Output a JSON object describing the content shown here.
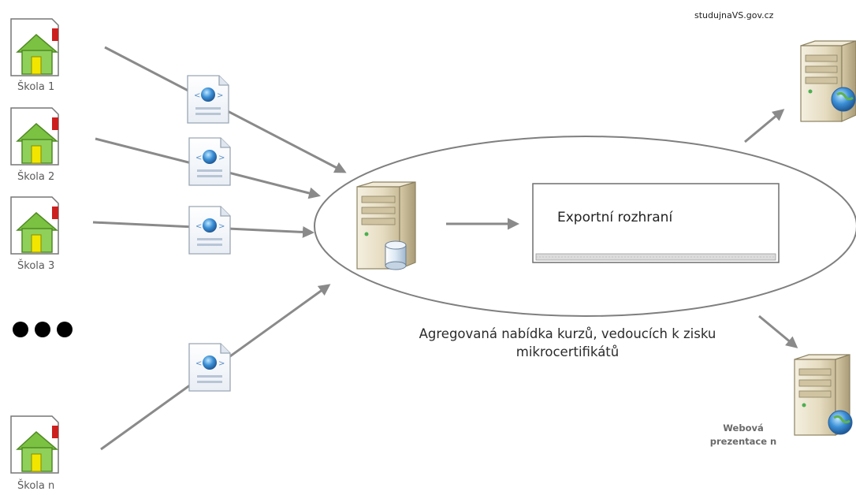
{
  "schools": [
    {
      "label": "Škola 1"
    },
    {
      "label": "Škola 2"
    },
    {
      "label": "Škola 3"
    },
    {
      "label": "Škola n"
    }
  ],
  "ellipsis_glyph": "●●●",
  "aggregator": {
    "interface_label": "Exportní rozhraní",
    "caption_line1": "Agregovaná nabídka kurzů, vedoucích k zisku",
    "caption_line2": "mikrocertifikátů"
  },
  "outputs": {
    "top_site_label": "studujnaVS.gov.cz",
    "bottom_label_line1": "Webová",
    "bottom_label_line2": "prezentace n"
  },
  "colors": {
    "arrow": "#8a8a8a",
    "house_roof": "#7cc242",
    "house_door": "#f2e600",
    "chimney": "#cc1f1f",
    "server_body": "#e9e0c8",
    "ellipse_stroke": "#7f7f7f"
  }
}
